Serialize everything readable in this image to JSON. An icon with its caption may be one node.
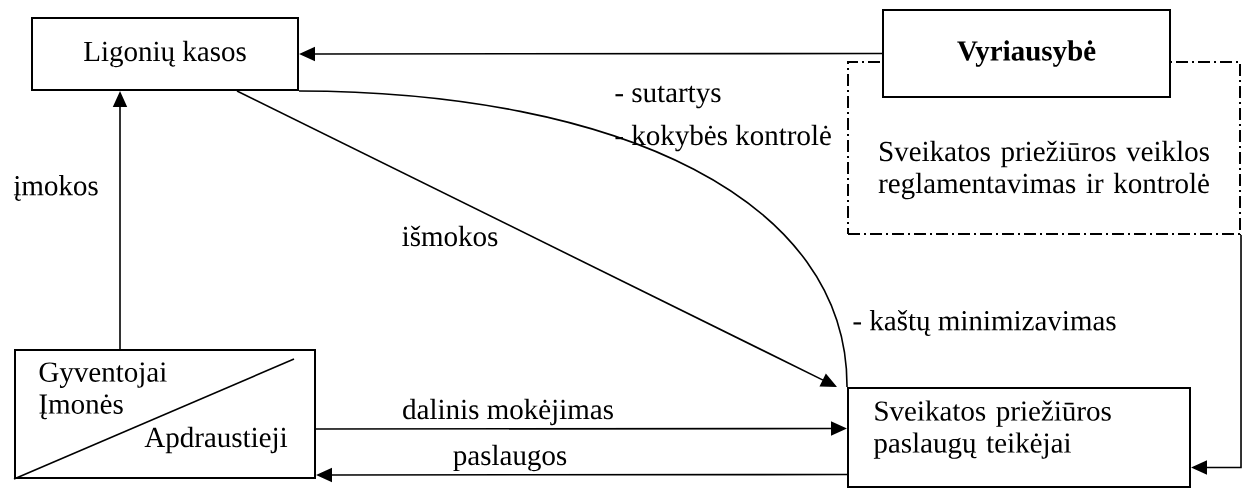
{
  "diagram": {
    "nodes": [
      {
        "text": [
          "Ligonių kasos"
        ]
      },
      {
        "text": [
          "Vyriausybė"
        ]
      },
      {
        "text": [
          "Sveikatos priežiūros veiklos reglamentavimas ir kontrolė"
        ]
      },
      {
        "text": [
          "Gyventojai Įmonės",
          "Apdraustieji"
        ]
      },
      {
        "text": [
          "Sveikatos priežiūros paslaugų teikėjai"
        ]
      }
    ],
    "edges": [
      {
        "from": 1,
        "to": 0,
        "arrow": "to"
      },
      {
        "from": 3,
        "to": 0,
        "arrow": "to",
        "label": "įmokos"
      },
      {
        "from": 0,
        "to": 4,
        "arrow": "to",
        "label": "išmokos"
      },
      {
        "from": 0,
        "to": 4,
        "arrow": "none"
      },
      {
        "from": 3,
        "to": 4,
        "arrow": "to",
        "label": "dalinis mokėjimas"
      },
      {
        "from": 4,
        "to": 3,
        "arrow": "to",
        "label": "paslaugos"
      },
      {
        "from": 2,
        "to": 4,
        "arrow": "to"
      }
    ],
    "labels": [
      "- sutartys",
      "- kokybės kontrolė",
      "- kaštų minimizavimas"
    ]
  }
}
